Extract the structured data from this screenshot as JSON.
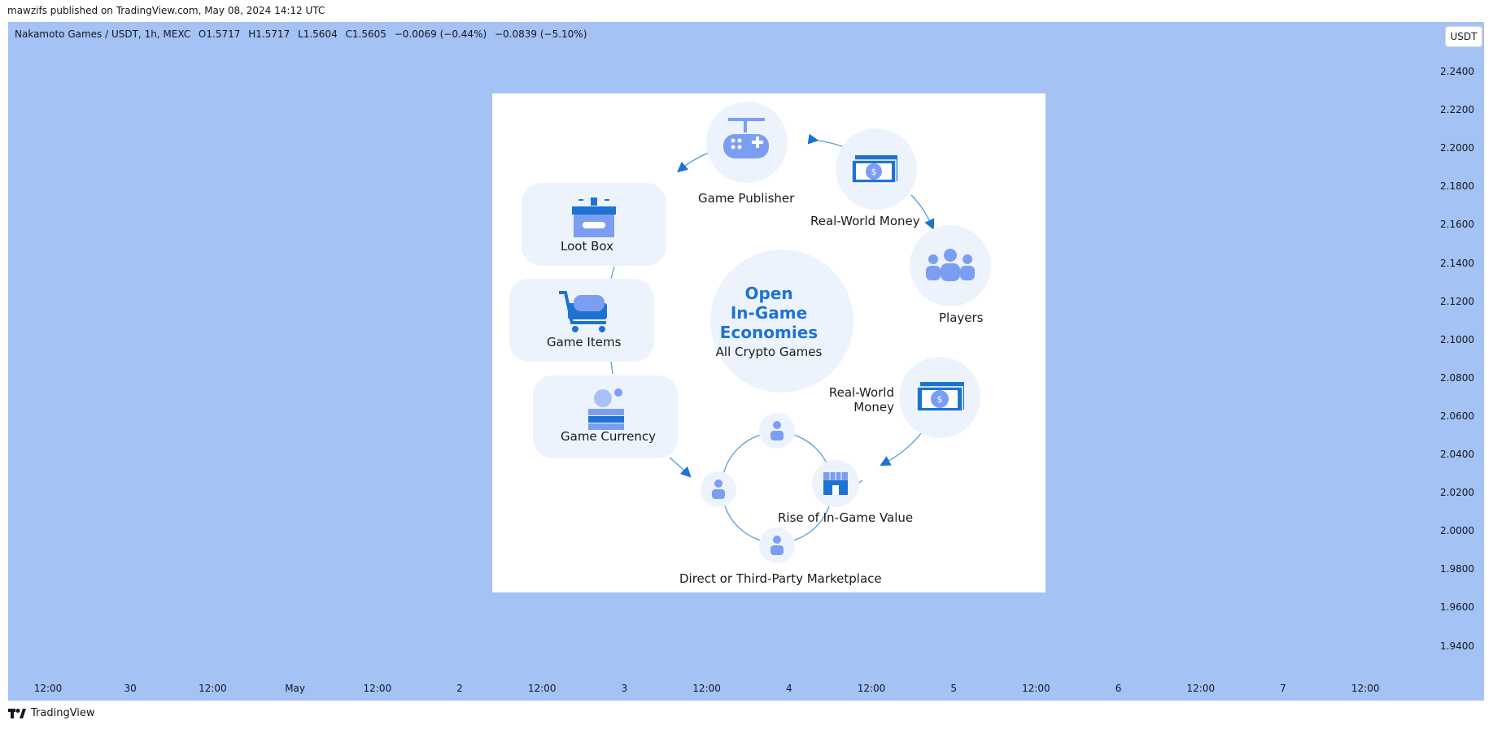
{
  "header": {
    "published": "mawzifs published on TradingView.com, May 08, 2024 14:12 UTC"
  },
  "symbol": {
    "name": "Nakamoto Games / USDT, 1h, MEXC",
    "open": "O1.5717",
    "high": "H1.5717",
    "low": "L1.5604",
    "close": "C1.5605",
    "change": "−0.0069 (−0.44%)",
    "change2": "−0.0839 (−5.10%)"
  },
  "currency_button": "USDT",
  "y_axis": [
    "2.2400",
    "2.2200",
    "2.2000",
    "2.1800",
    "2.1600",
    "2.1400",
    "2.1200",
    "2.1000",
    "2.0800",
    "2.0600",
    "2.0400",
    "2.0200",
    "2.0000",
    "1.9800",
    "1.9600",
    "1.9400"
  ],
  "x_axis": [
    "12:00",
    "30",
    "12:00",
    "May",
    "12:00",
    "2",
    "12:00",
    "3",
    "12:00",
    "4",
    "12:00",
    "5",
    "12:00",
    "6",
    "12:00",
    "7",
    "12:00"
  ],
  "footer": {
    "brand": "TradingView"
  },
  "diagram": {
    "center_title_1": "Open",
    "center_title_2": "In-Game",
    "center_title_3": "Economies",
    "center_sub": "All Crypto Games",
    "game_publisher": "Game Publisher",
    "real_world_money_top": "Real-World Money",
    "players": "Players",
    "real_world_money_mid_1": "Real-World",
    "real_world_money_mid_2": "Money",
    "rise_value": "Rise of In-Game Value",
    "marketplace": "Direct or Third-Party Marketplace",
    "game_currency": "Game Currency",
    "game_items": "Game Items",
    "loot_box": "Loot Box",
    "colors": {
      "accent": "#1e73d2",
      "icon": "#7c9ef2",
      "circle": "#edf3fd",
      "line": "#5b9bd5"
    }
  }
}
